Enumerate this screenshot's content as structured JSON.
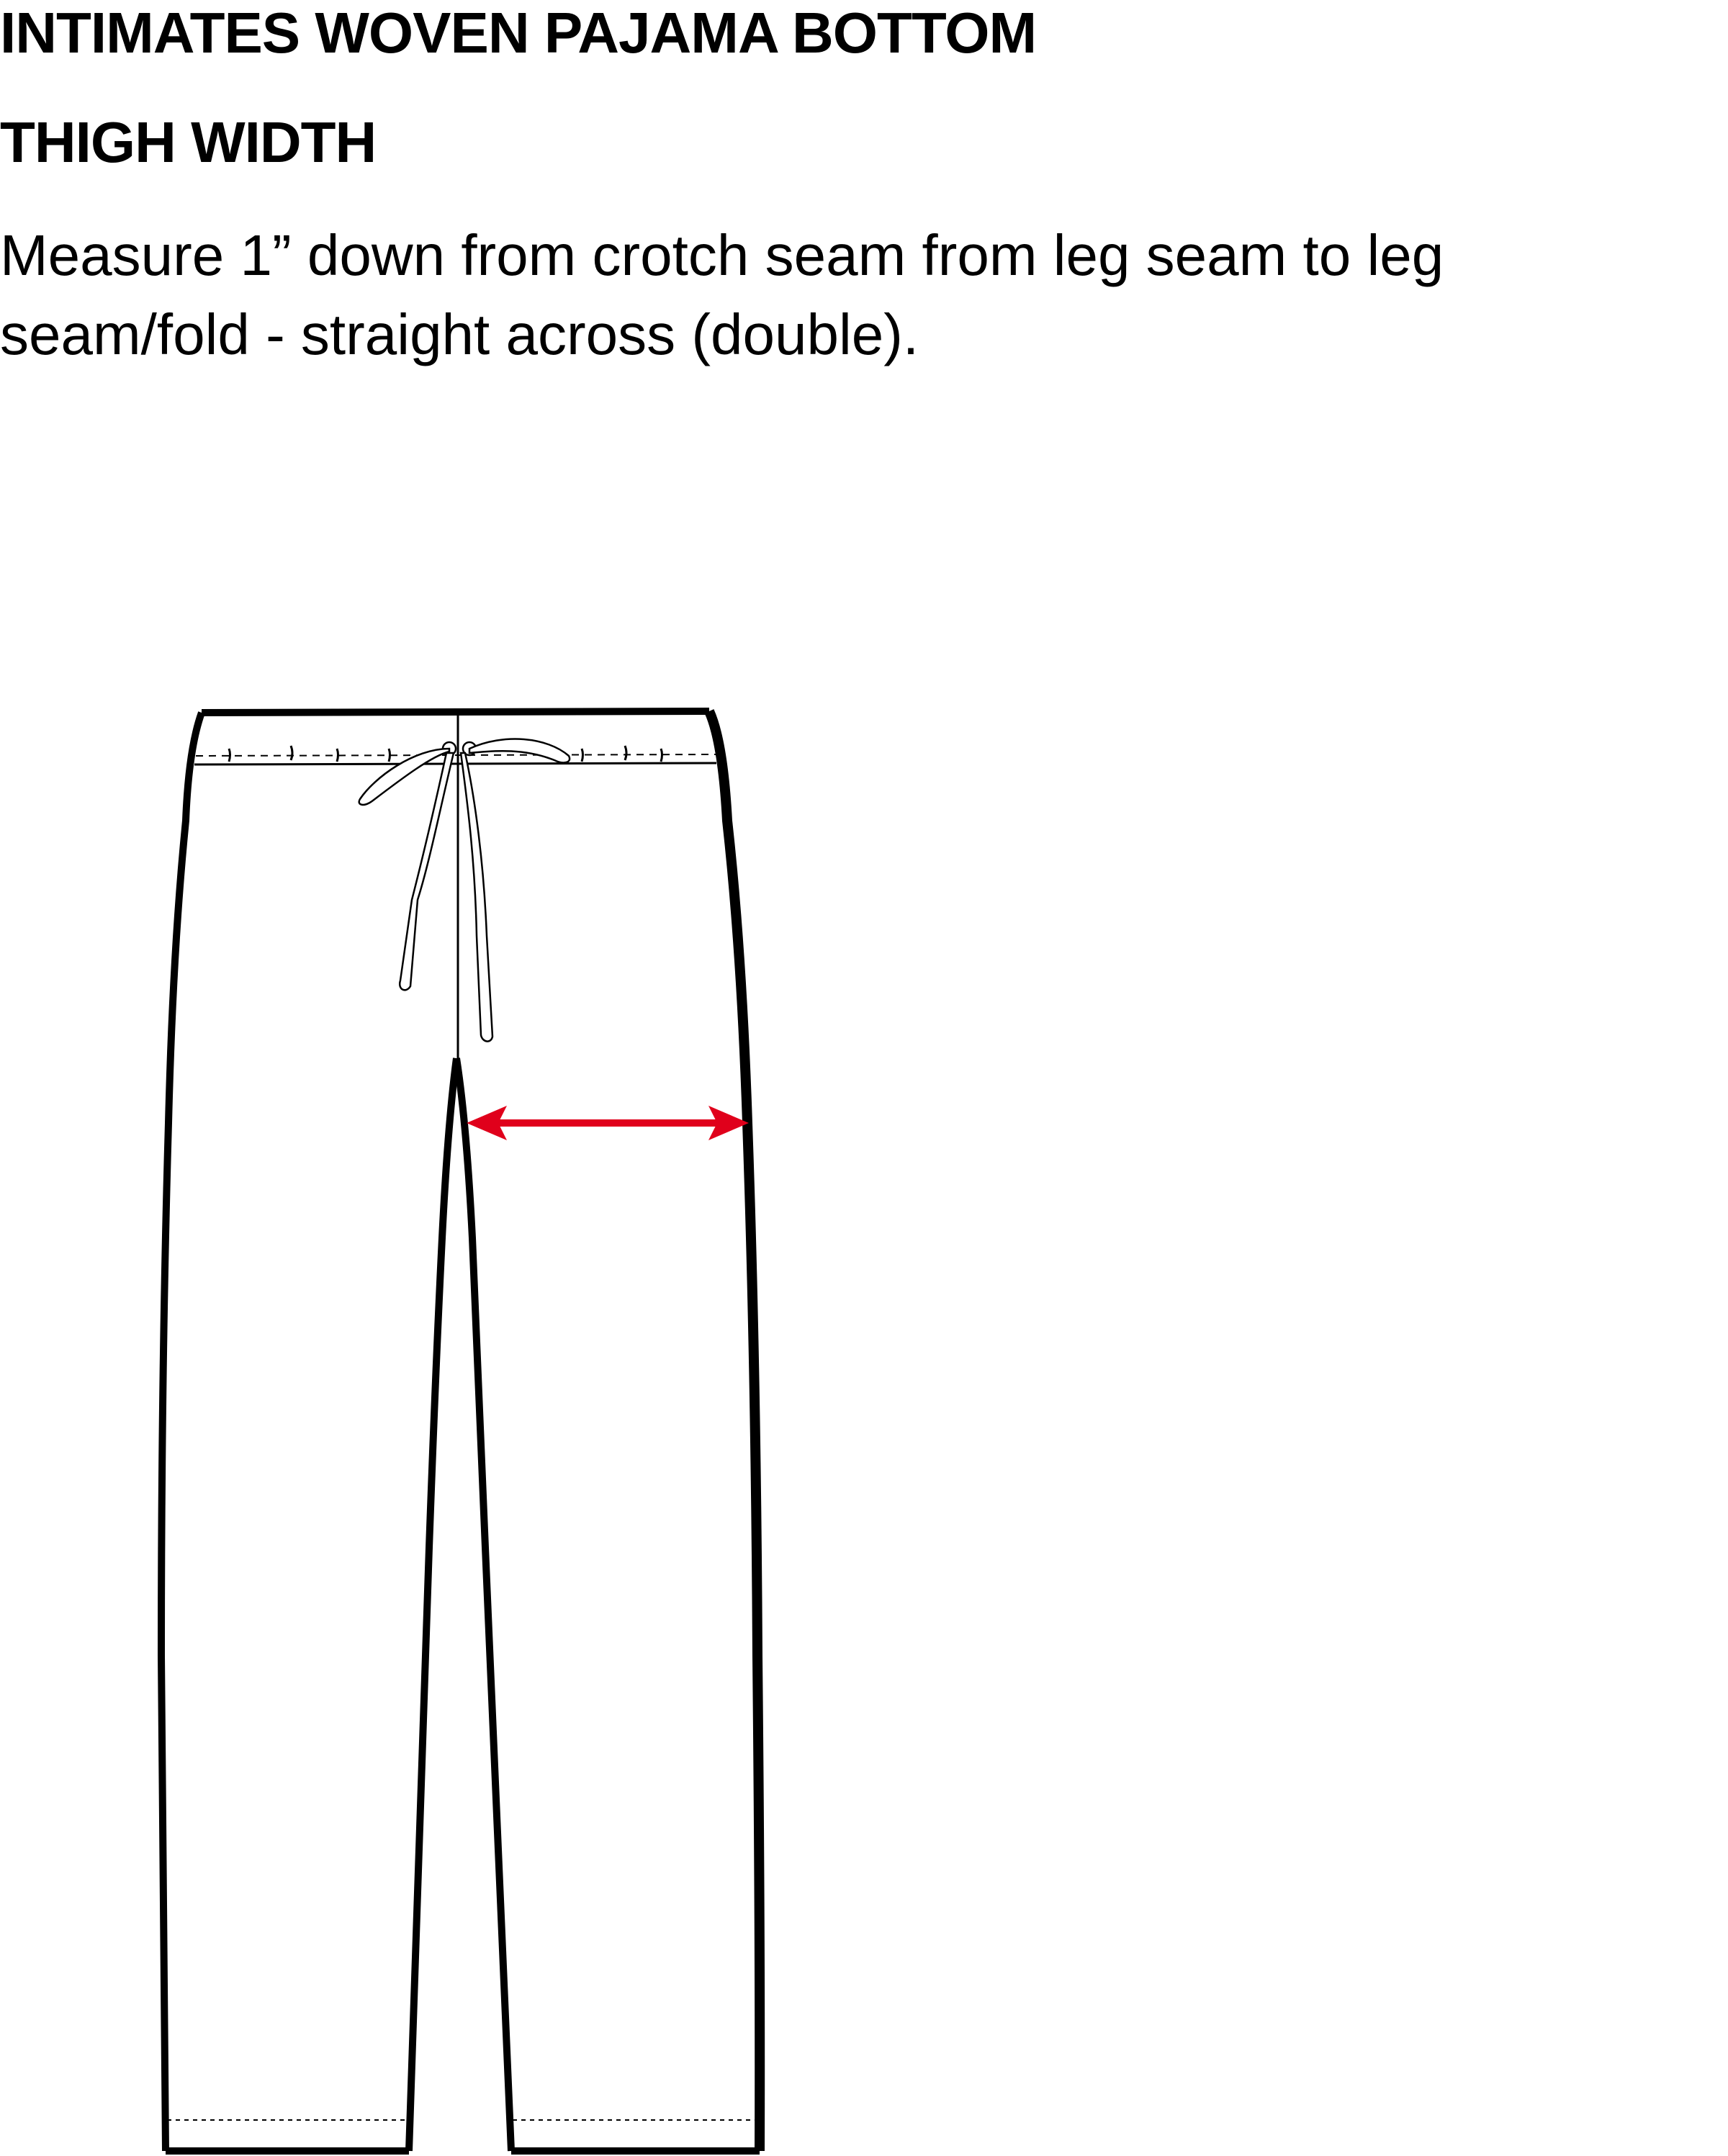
{
  "header": {
    "title": "INTIMATES WOVEN PAJAMA BOTTOM",
    "measurement_name": "THIGH WIDTH",
    "instructions_line1": "Measure 1” down from crotch seam from leg seam to leg",
    "instructions_line2": "seam/fold - straight across (double)."
  },
  "diagram": {
    "garment": "pajama-bottom-front",
    "outline_color": "#000000",
    "measure_arrow_color": "#e0001b",
    "arrow_icon": "double-headed-arrow-icon"
  }
}
